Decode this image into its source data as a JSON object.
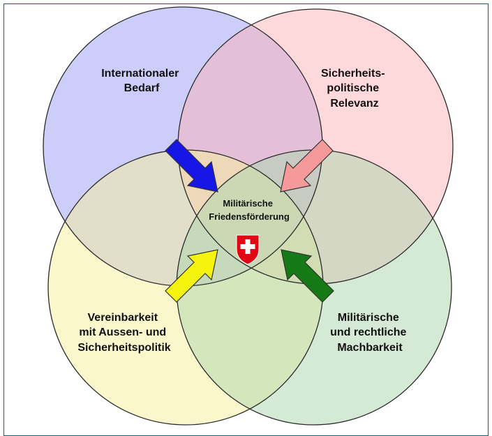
{
  "diagram": {
    "circles": [
      {
        "id": "international",
        "label_lines": [
          "Internationaler",
          "Bedarf"
        ],
        "fill": "#9a9cf2"
      },
      {
        "id": "security",
        "label_lines": [
          "Sicherheits-",
          "politische",
          "Relevanz"
        ],
        "fill": "#fbb4b8"
      },
      {
        "id": "compatibility",
        "label_lines": [
          "Vereinbarkeit",
          "mit Aussen- und",
          "Sicherheitspolitik"
        ],
        "fill": "#f6f09b"
      },
      {
        "id": "feasibility",
        "label_lines": [
          "Militärische",
          "und rechtliche",
          "Machbarkeit"
        ],
        "fill": "#abd6ab"
      }
    ],
    "center": {
      "label_lines": [
        "Militärische",
        "Friedensförderung"
      ],
      "emblem": "swiss-cross-shield-icon"
    },
    "arrows": [
      {
        "from": "international",
        "color": "#1616e6"
      },
      {
        "from": "security",
        "color": "#f49a9a"
      },
      {
        "from": "compatibility",
        "color": "#f4f40e"
      },
      {
        "from": "feasibility",
        "color": "#157a15"
      }
    ],
    "outline_color": "#2a2a2a",
    "frame_color": "#1a5e6b"
  }
}
